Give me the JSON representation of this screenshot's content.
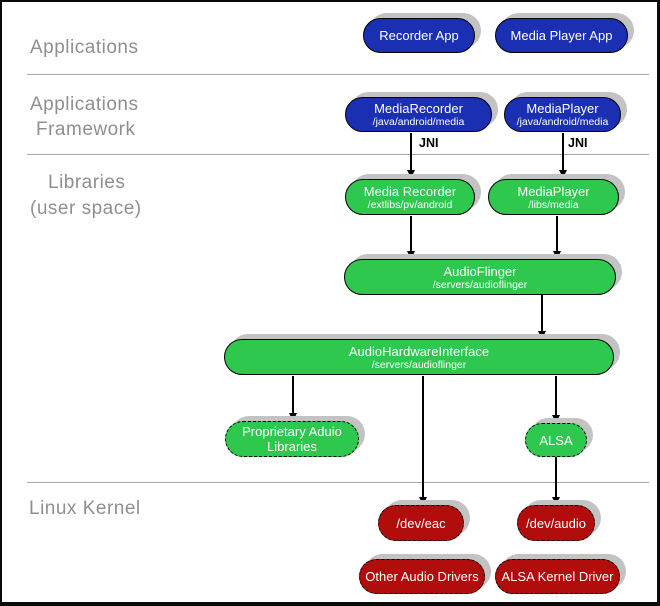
{
  "section_labels": {
    "applications": "Applications",
    "framework_line1": "Applications",
    "framework_line2": "Framework",
    "libraries_line1": "Libraries",
    "libraries_line2": "(user space)",
    "linux_kernel": "Linux Kernel"
  },
  "jni_label": "JNI",
  "colors": {
    "app_blue": "#1b2fb3",
    "library_green": "#2fc84f",
    "kernel_red": "#b20d0d",
    "shadow_gray": "#c3c3c3",
    "label_gray": "#8f8f8f"
  },
  "nodes": {
    "recorder_app": {
      "title": "Recorder App",
      "color": "#1b2fb3"
    },
    "media_player_app": {
      "title": "Media Player App",
      "color": "#1b2fb3"
    },
    "media_recorder_framework": {
      "title": "MediaRecorder",
      "subtitle": "/java/android/media",
      "color": "#1b2fb3"
    },
    "media_player_framework": {
      "title": "MediaPlayer",
      "subtitle": "/java/android/media",
      "color": "#1b2fb3"
    },
    "media_recorder_lib": {
      "title": "Media Recorder",
      "subtitle": "/extlibs/pv/android",
      "color": "#2fc84f"
    },
    "media_player_lib": {
      "title": "MediaPlayer",
      "subtitle": "/libs/media",
      "color": "#2fc84f"
    },
    "audioflinger": {
      "title": "AudioFlinger",
      "subtitle": "/servers/audioflinger",
      "color": "#2fc84f"
    },
    "audio_hardware_interface": {
      "title": "AudioHardwareInterface",
      "subtitle": "/servers/audioflinger",
      "color": "#2fc84f"
    },
    "proprietary_audio_libraries": {
      "title_line1": "Proprietary Aduio",
      "title_line2": "Libraries",
      "color": "#2fc84f"
    },
    "alsa": {
      "title": "ALSA",
      "color": "#2fc84f"
    },
    "dev_eac": {
      "title": "/dev/eac",
      "color": "#b20d0d"
    },
    "dev_audio": {
      "title": "/dev/audio",
      "color": "#b20d0d"
    },
    "other_audio_drivers": {
      "title": "Other Audio Drivers",
      "color": "#b20d0d"
    },
    "alsa_kernel_driver": {
      "title": "ALSA Kernel Driver",
      "color": "#b20d0d"
    }
  }
}
